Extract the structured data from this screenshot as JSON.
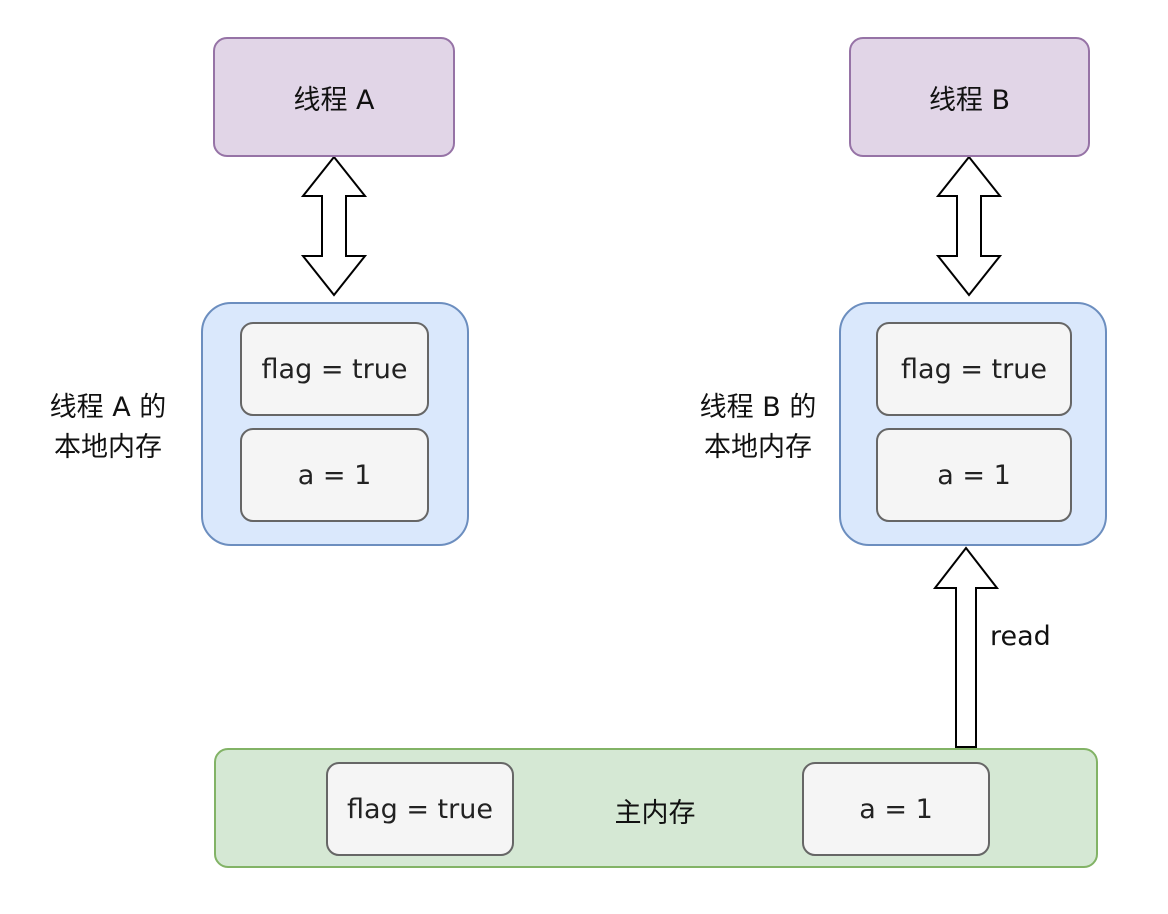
{
  "thread_a": {
    "title": "线程 A",
    "local_label_line1": "线程 A 的",
    "local_label_line2": "本地内存",
    "cells": [
      "flag = true",
      "a = 1"
    ]
  },
  "thread_b": {
    "title": "线程 B",
    "local_label_line1": "线程 B 的",
    "local_label_line2": "本地内存",
    "cells": [
      "flag = true",
      "a = 1"
    ]
  },
  "main_memory": {
    "label": "主内存",
    "cells": [
      "flag = true",
      "a = 1"
    ]
  },
  "arrows": {
    "read_label": "read"
  },
  "colors": {
    "thread_fill": "#e1d5e7",
    "thread_stroke": "#9673a6",
    "local_fill": "#dae8fc",
    "local_stroke": "#6c8ebf",
    "main_fill": "#d5e8d4",
    "main_stroke": "#82b366",
    "cell_fill": "#f5f5f5",
    "cell_stroke": "#666666"
  }
}
